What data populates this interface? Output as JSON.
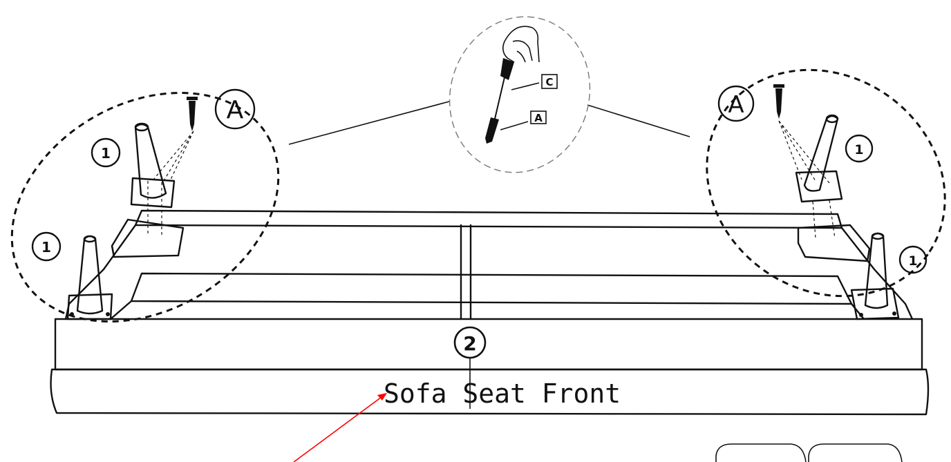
{
  "labels": {
    "part_a_left": "A",
    "part_a_right": "A",
    "leg_1_upper_left": "1",
    "leg_1_lower_left": "1",
    "leg_1_upper_right": "1",
    "leg_1_lower_right": "1",
    "part_2": "2",
    "tool_c": "C",
    "tool_a": "A",
    "seat_front": "Sofa Seat Front"
  },
  "colors": {
    "line": "#111111",
    "pointer_arrow": "#ff0000"
  },
  "icons": [
    "screw-icon",
    "screwdriver-icon",
    "hand-icon",
    "sofa-leg-icon"
  ]
}
